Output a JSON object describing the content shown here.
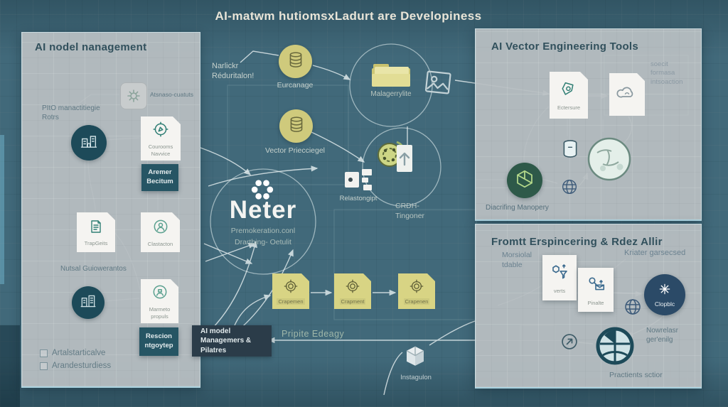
{
  "title": "AI-matwm hutiomsxLadurt are Developiness",
  "colors": {
    "background": "#41697a",
    "panel": "#b8bec1",
    "accent_yellow": "#cfca7c",
    "dark_teal": "#1d4a59",
    "dark_navy": "#2b4a67",
    "dark_green": "#2e5949",
    "card_white": "#f5f4f1",
    "header_text": "#31505c",
    "title_text": "#e9e5d8"
  },
  "left_panel": {
    "header": "AI nodel nanagement",
    "atsnaso_label": "Atsnaso-cuatuts",
    "pito_lines": [
      "PItO manactitiegie",
      "Rotrs"
    ],
    "courooms_lines": [
      "Courooms",
      "Navvice"
    ],
    "aremer_lines": [
      "Aremer",
      "Becitum"
    ],
    "trapgeits_label": "TrapGeits",
    "clastacton_label": "Clastacton",
    "nutsal_label": "Nutsal Guiowerantos",
    "marmeto_lines": [
      "Marmeto",
      "propuls"
    ],
    "rescion_lines": [
      "Rescion",
      "ntgoytep"
    ],
    "checkbox1": "Artalstarticalve",
    "checkbox2": "Arandesturdiess"
  },
  "center": {
    "narlickr_lines": [
      "Narlickr",
      "Réduritalon!"
    ],
    "eurcanage_label": "Eurcanage",
    "vector_label": "Vector Priecciegel",
    "malager_label": "Malagerrylite",
    "relastongipt_label": "Relastongipt",
    "crdh_lines": [
      "CRDH-",
      "Tingoner"
    ],
    "logo_name": "Neter",
    "logo_sub_lines": [
      "Premokeration.conl",
      "Drarthing- Oetulit"
    ],
    "file_cards": [
      "Crapemen",
      "Crapment",
      "Crapenen"
    ],
    "ai_model_lines": [
      "AI model",
      "Managemers &",
      "Pilatres"
    ],
    "pripte_label": "Pripite Edeagy",
    "instagulon_label": "Instagulon"
  },
  "right_top_panel": {
    "header": "AI Vector Engineering Tools",
    "ectersure_label": "Ectersure",
    "soecit_lines": [
      "soecit",
      "formasa",
      "intsoaction"
    ],
    "diacrifing_label": "Diacrifing Manopery"
  },
  "right_bottom_panel": {
    "header": "Fromtt Erspincering & Rdez Allir",
    "morsiolal_lines": [
      "Morsiolal",
      "tdable"
    ],
    "kriater_label": "Kriater garsecsed",
    "verts_label": "verts",
    "pinalte_label": "Pinalte",
    "clopblc_label": "Clopblc",
    "nowrelasr_lines": [
      "Nowrelasr",
      "ger'enilg"
    ],
    "practients_label": "Practients sctior"
  }
}
